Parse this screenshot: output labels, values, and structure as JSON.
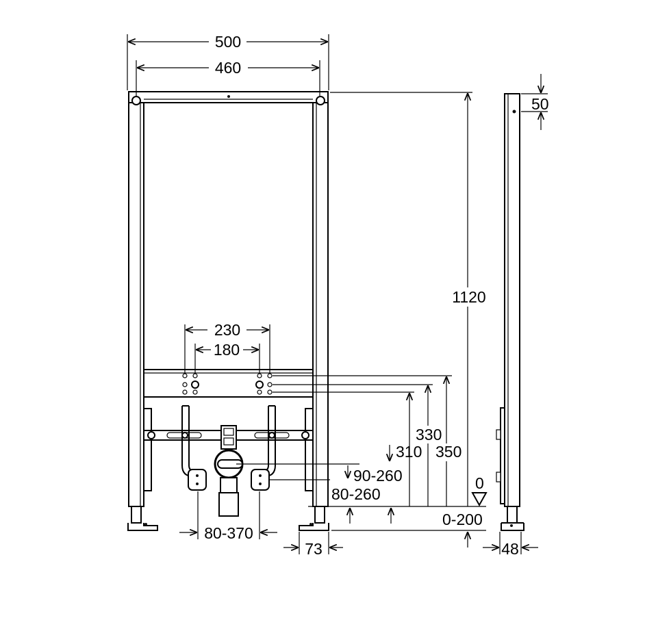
{
  "dimensions": {
    "width_outer": "500",
    "width_inner": "460",
    "height_total": "1120",
    "depth_top": "50",
    "spacing_outer": "230",
    "spacing_inner": "180",
    "height_330": "330",
    "height_350": "350",
    "height_310": "310",
    "range_90_260": "90-260",
    "range_80_260": "80-260",
    "range_80_370": "80-370",
    "floor_zero": "0",
    "range_0_200": "0-200",
    "foot_73": "73",
    "depth_48": "48"
  },
  "colors": {
    "line": "#000000",
    "background": "#ffffff"
  }
}
